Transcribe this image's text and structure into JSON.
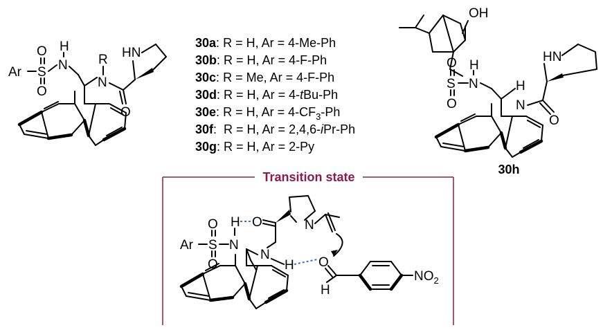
{
  "atoms": {
    "ar": "Ar",
    "s": "S",
    "o": "O",
    "n": "N",
    "h": "H",
    "r": "R",
    "hn": "HN",
    "oh": "OH",
    "no2_main": "NO",
    "no2_sub": "2"
  },
  "compound_list": [
    {
      "id": "30a",
      "sep": ":",
      "text": " R = H, Ar = 4-Me-Ph"
    },
    {
      "id": "30b",
      "sep": ":",
      "text": " R = H, Ar = 4-F-Ph"
    },
    {
      "id": "30c",
      "sep": ":",
      "text": " R = Me, Ar = 4-F-Ph"
    },
    {
      "id": "30d",
      "sep": ":",
      "text_pre": " R = H, Ar = 4-",
      "text_it": "t",
      "text_post": "Bu-Ph"
    },
    {
      "id": "30e",
      "sep": ":",
      "text_pre": " R = H, Ar = 4-CF",
      "text_sub": "3",
      "text_post": "-Ph"
    },
    {
      "id": "30f",
      "sep": ":",
      "text_pre": "  R = H, Ar = 2,4,6-",
      "text_it": "i",
      "text_post": "Pr-Ph"
    },
    {
      "id": "30g",
      "sep": ":",
      "text": " R = H, Ar = 2-Py"
    }
  ],
  "compound_30h_label": "30h",
  "transition_state": {
    "title": "Transition state",
    "frame_color": "#8a1c4a",
    "hbond_color": "#3a6fd8"
  }
}
